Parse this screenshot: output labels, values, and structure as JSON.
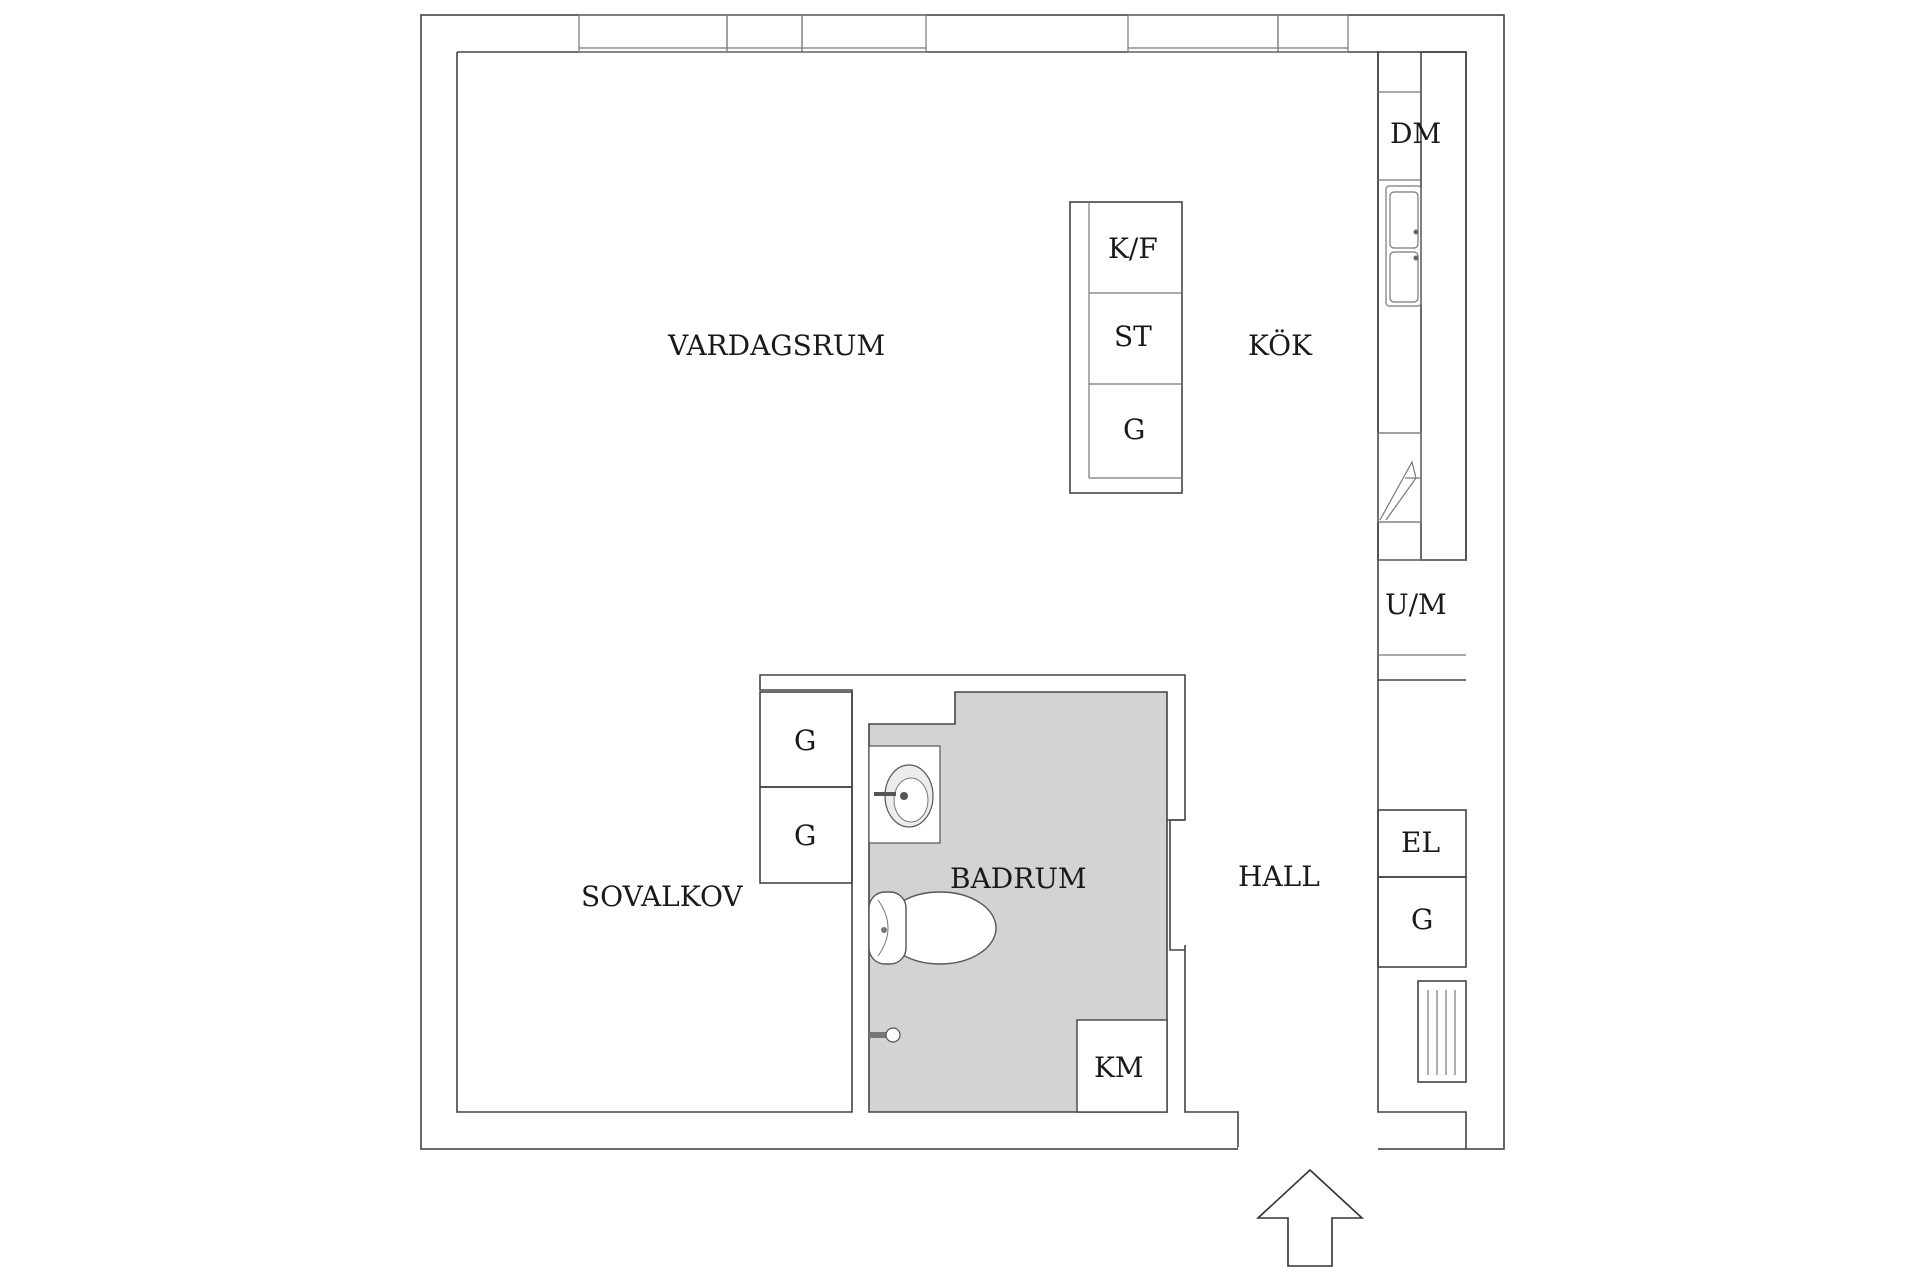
{
  "rooms": {
    "vardagsrum": "VARDAGSRUM",
    "kok": "KÖK",
    "sovalkov": "SOVALKOV",
    "badrum": "BADRUM",
    "hall": "HALL"
  },
  "fixtures": {
    "dm": "DM",
    "kf": "K/F",
    "st": "ST",
    "g_kitchen": "G",
    "um": "U/M",
    "g_alcove_1": "G",
    "g_alcove_2": "G",
    "el": "EL",
    "g_hall": "G",
    "km": "KM"
  },
  "colors": {
    "bathroom_floor": "#d3d3d3",
    "walls": "#444444"
  },
  "icons": {
    "entrance": "entrance-arrow-icon"
  }
}
